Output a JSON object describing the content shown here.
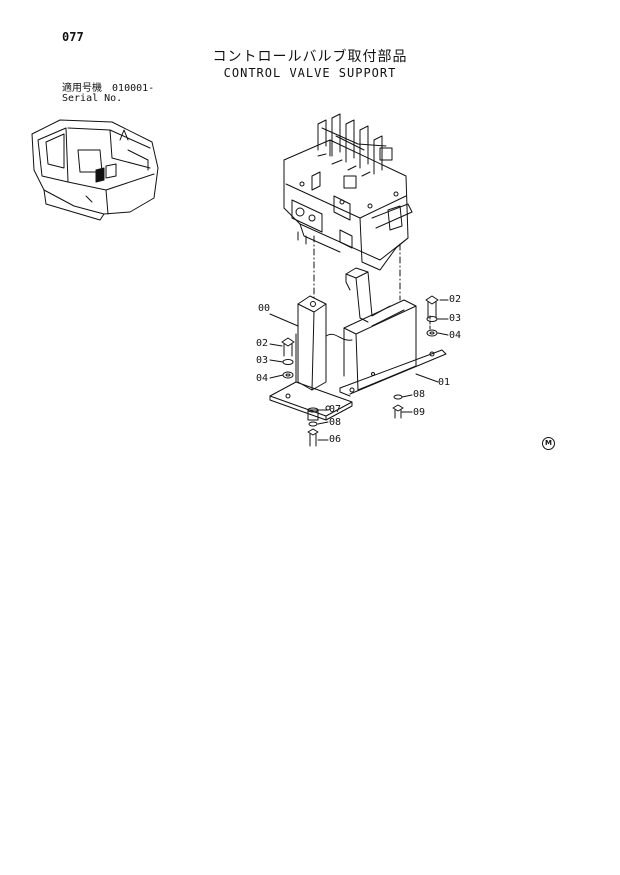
{
  "page": {
    "number": "077"
  },
  "title": {
    "japanese": "コントロールバルブ取付部品",
    "english": "CONTROL VALVE SUPPORT"
  },
  "serial": {
    "label_jp": "適用号機",
    "value": "010001-",
    "label_en": "Serial No."
  },
  "callouts": [
    "00",
    "01",
    "02",
    "03",
    "04",
    "02",
    "03",
    "04",
    "06",
    "07",
    "08",
    "08",
    "09"
  ],
  "mark": "M"
}
